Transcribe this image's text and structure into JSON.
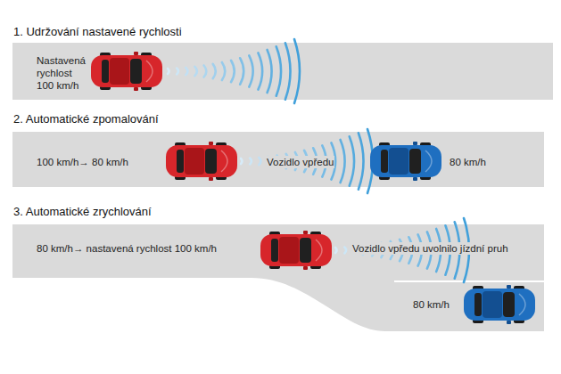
{
  "diagram": {
    "nodes": [
      {
        "text": [
          "1. Udržování nastavené rychlosti",
          "Nastavená rychlost 100 km/h"
        ]
      },
      {
        "text": [
          "2. Automatické zpomalování",
          "100 km/h→ 80 km/h",
          "Vozidlo vpředu",
          "80 km/h"
        ]
      },
      {
        "text": [
          "3. Automatické zrychlování",
          "80 km/h→ nastavená rychlost 100 km/h",
          "Vozidlo vpředu uvolnilo jízdní pruh",
          "80 km/h"
        ]
      }
    ]
  }
}
